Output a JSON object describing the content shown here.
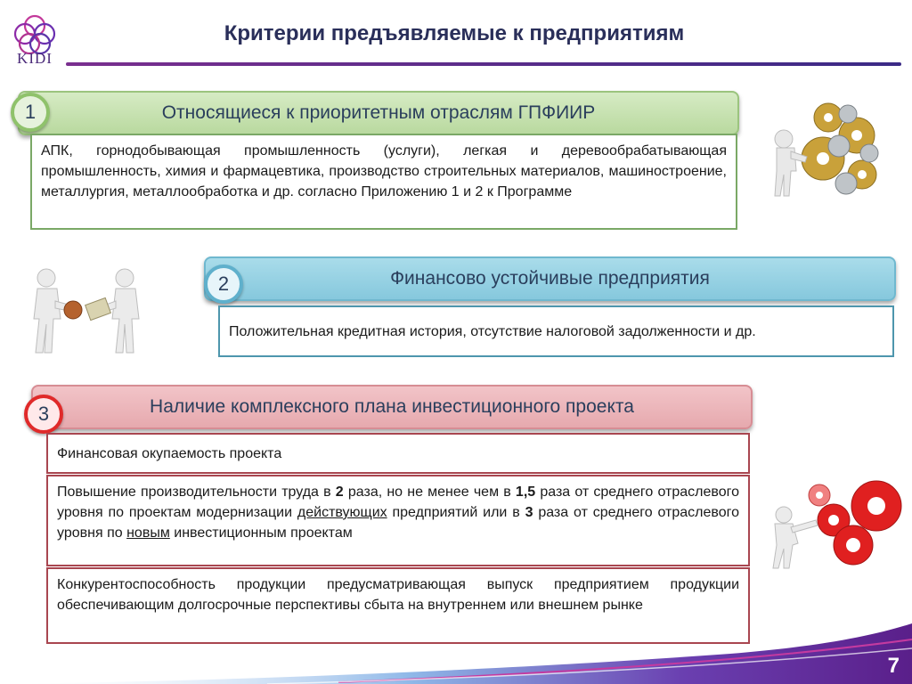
{
  "logo": {
    "text": "KIDI"
  },
  "title": "Критерии предъявляемые к предприятиям",
  "sections": [
    {
      "number": "1",
      "heading": "Относящиеся к приоритетным отраслям ГПФИИР",
      "body": "АПК, горнодобывающая промышленность (услуги), легкая и деревообрабатывающая промышленность, химия и фармацевтика, производство строительных материалов, машиностроение, металлургия, металлообработка и др. согласно Приложению 1 и 2 к Программе"
    },
    {
      "number": "2",
      "heading": "Финансово устойчивые предприятия",
      "body": "Положительная кредитная история, отсутствие налоговой задолженности и др."
    },
    {
      "number": "3",
      "heading": "Наличие комплексного плана инвестиционного проекта",
      "rows": {
        "r1": "Финансовая окупаемость проекта",
        "r2": {
          "t1": "Повышение производительности труда в ",
          "b1": "2",
          "t2": " раза, но не менее чем в ",
          "b2": "1,5",
          "t3": " раза от среднего отраслевого уровня по проектам модернизации ",
          "u1": "действующих",
          "t4": " предприятий или в ",
          "b3": "3",
          "t5": " раза от среднего отраслевого уровня по ",
          "u2": "новым",
          "t6": " инвестиционным проектам"
        },
        "r3": "Конкурентоспособность продукции предусматривающая выпуск предприятием продукции обеспечивающим долгосрочные перспективы сбыта на внутреннем или внешнем рынке"
      }
    }
  ],
  "page_number": "7",
  "colors": {
    "section1": "#b9d99f",
    "section2": "#86c8dd",
    "section3": "#e6a9ae",
    "title": "#2a2f5a"
  }
}
